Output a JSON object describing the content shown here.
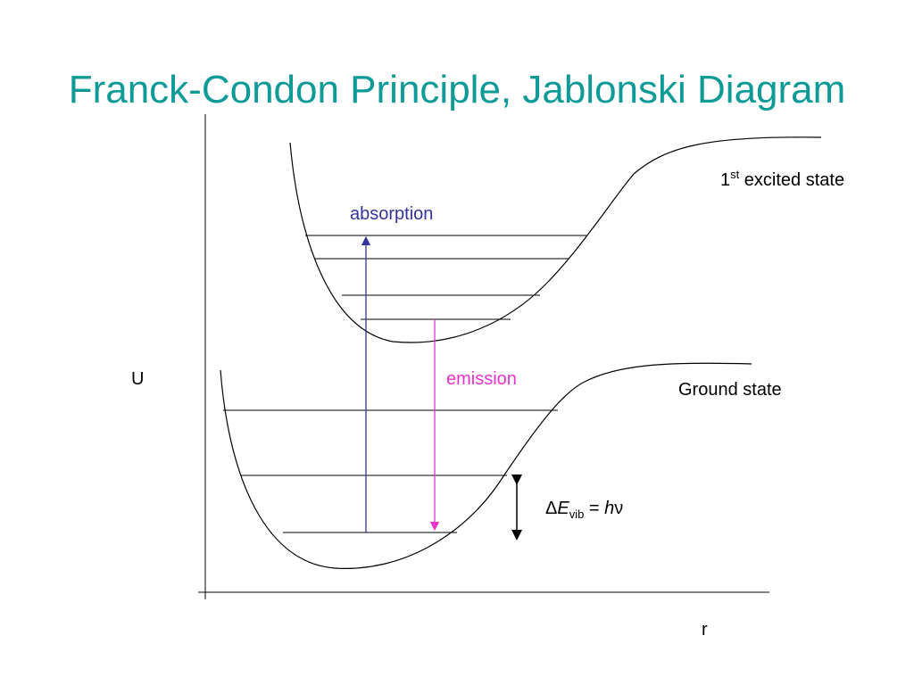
{
  "slide": {
    "title": "Franck-Condon Principle, Jablonski Diagram"
  },
  "diagram": {
    "axes": {
      "y_label": "U",
      "x_label": "r"
    },
    "states": {
      "excited": {
        "label_prefix": "1",
        "label_sup": "st",
        "label_suffix": " excited state"
      },
      "ground": {
        "label": "Ground state"
      }
    },
    "transitions": {
      "absorption": {
        "label": "absorption"
      },
      "emission": {
        "label": "emission"
      }
    },
    "energy_spacing": {
      "delta": "Δ",
      "e": "E",
      "sub": "vib",
      "equals": " = ",
      "h": "h",
      "nu": "ν"
    }
  },
  "colors": {
    "title": "#0e9a96",
    "absorption": "#33339a",
    "emission": "#e833cc",
    "line": "#000000"
  }
}
